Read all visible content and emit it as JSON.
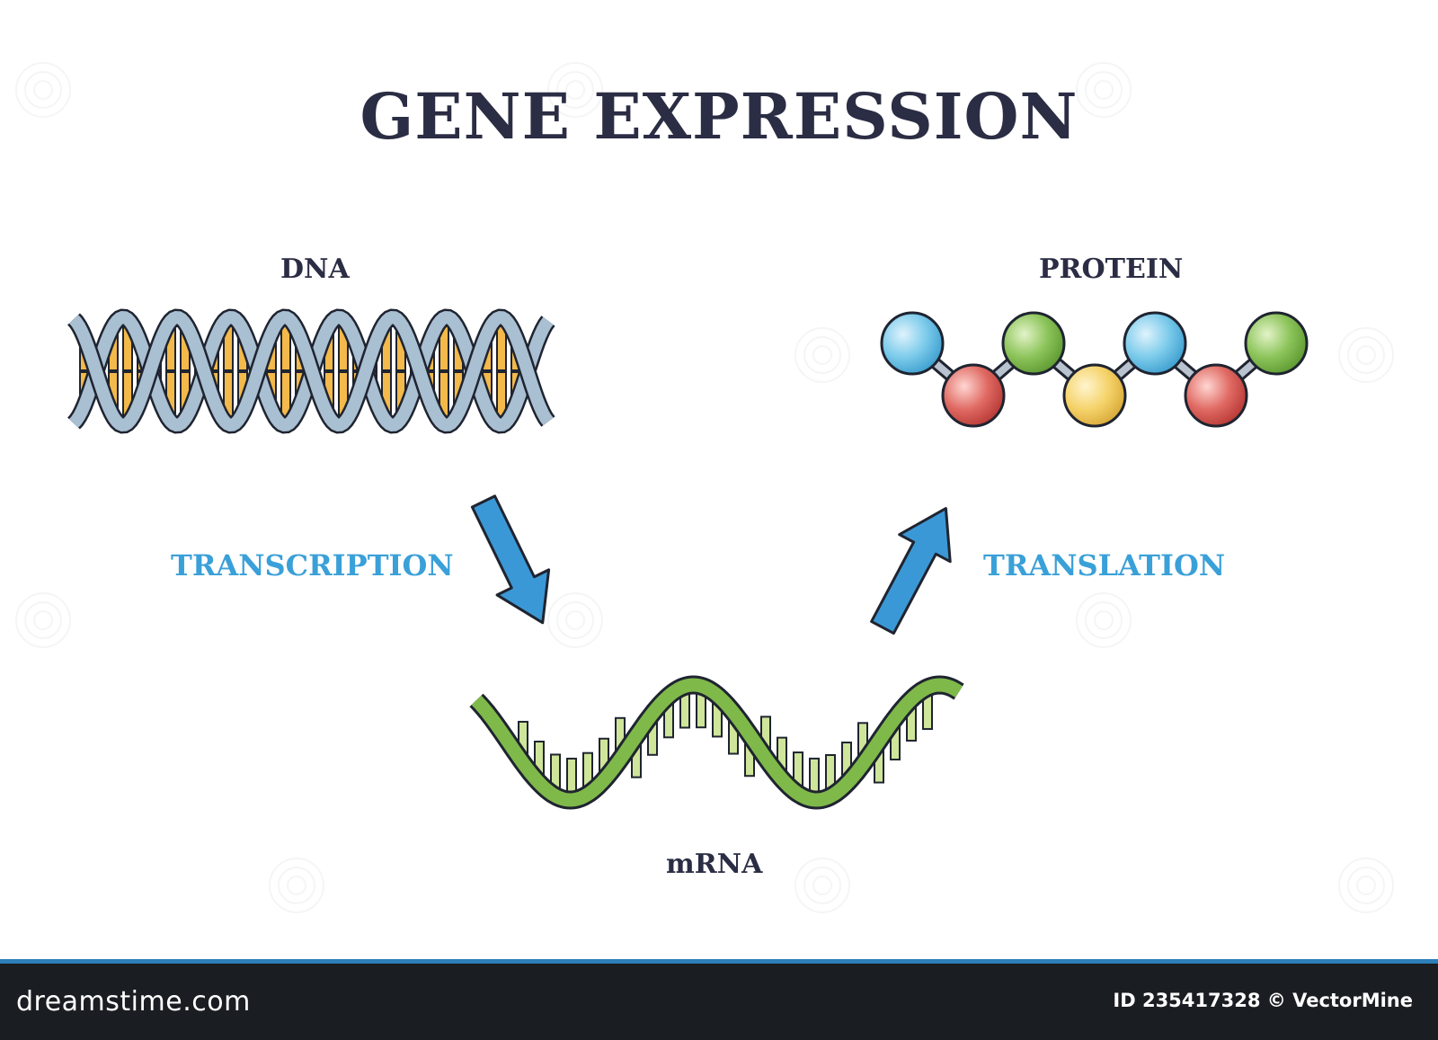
{
  "title": "GENE EXPRESSION",
  "nodes": {
    "dna": "DNA",
    "protein": "PROTEIN",
    "mrna": "mRNA"
  },
  "processes": {
    "transcription": "TRANSCRIPTION",
    "translation": "TRANSLATION"
  },
  "footer": {
    "logo": "dreamstime.com",
    "credit": "ID 235417328 © VectorMine"
  },
  "colors": {
    "title": "#2b2d44",
    "process_text": "#3aa0d8",
    "arrow_fill": "#3b98d6",
    "dna_strand": "#a9bfd2",
    "dna_base": "#f3b94a",
    "mrna_strand": "#7fb94a",
    "mrna_base": "#cfe59a",
    "footer_accent": "#2d7fb8",
    "amino_acids": [
      "#6cc3e8",
      "#d95656",
      "#7dbb4a",
      "#f2cc5a",
      "#6cc3e8",
      "#d95656",
      "#7dbb4a"
    ]
  },
  "protein_chain": [
    "blue",
    "red",
    "green",
    "yellow",
    "blue",
    "red",
    "green"
  ]
}
